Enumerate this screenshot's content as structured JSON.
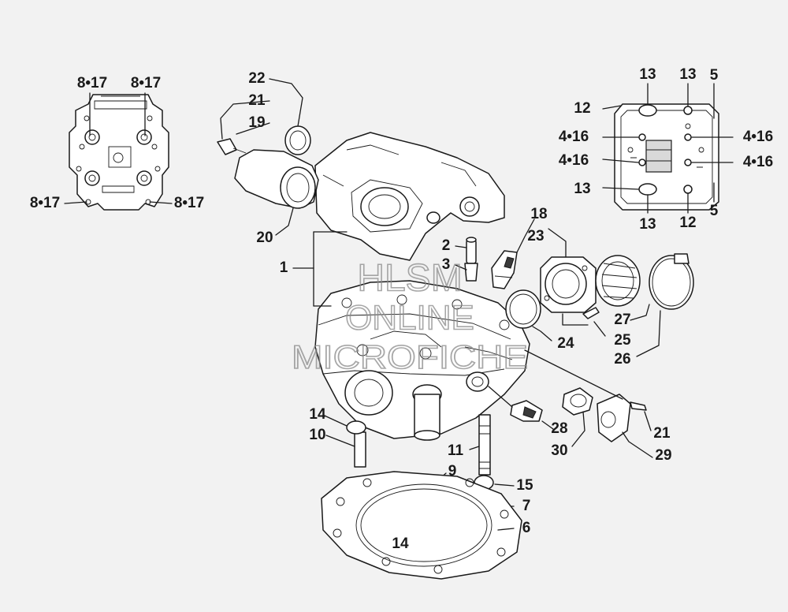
{
  "labels": [
    {
      "id": "l1",
      "text": "1"
    },
    {
      "id": "l2",
      "text": "2"
    },
    {
      "id": "l3",
      "text": "3"
    },
    {
      "id": "l5a",
      "text": "5"
    },
    {
      "id": "l5b",
      "text": "5"
    },
    {
      "id": "l6",
      "text": "6"
    },
    {
      "id": "l7",
      "text": "7"
    },
    {
      "id": "l9",
      "text": "9"
    },
    {
      "id": "l10",
      "text": "10"
    },
    {
      "id": "l11",
      "text": "11"
    },
    {
      "id": "l12a",
      "text": "12"
    },
    {
      "id": "l12b",
      "text": "12"
    },
    {
      "id": "l13a",
      "text": "13"
    },
    {
      "id": "l13b",
      "text": "13"
    },
    {
      "id": "l13c",
      "text": "13"
    },
    {
      "id": "l13d",
      "text": "13"
    },
    {
      "id": "l14a",
      "text": "14"
    },
    {
      "id": "l14b",
      "text": "14"
    },
    {
      "id": "l15",
      "text": "15"
    },
    {
      "id": "l18",
      "text": "18"
    },
    {
      "id": "l19",
      "text": "19"
    },
    {
      "id": "l20",
      "text": "20"
    },
    {
      "id": "l21a",
      "text": "21"
    },
    {
      "id": "l21b",
      "text": "21"
    },
    {
      "id": "l22",
      "text": "22"
    },
    {
      "id": "l23",
      "text": "23"
    },
    {
      "id": "l24",
      "text": "24"
    },
    {
      "id": "l25",
      "text": "25"
    },
    {
      "id": "l26",
      "text": "26"
    },
    {
      "id": "l27",
      "text": "27"
    },
    {
      "id": "l28",
      "text": "28"
    },
    {
      "id": "l29",
      "text": "29"
    },
    {
      "id": "l30",
      "text": "30"
    },
    {
      "id": "l416a",
      "text": "4•16"
    },
    {
      "id": "l416b",
      "text": "4•16"
    },
    {
      "id": "l416c",
      "text": "4•16"
    },
    {
      "id": "l416d",
      "text": "4•16"
    },
    {
      "id": "l817a",
      "text": "8•17"
    },
    {
      "id": "l817b",
      "text": "8•17"
    },
    {
      "id": "l817c",
      "text": "8•17"
    },
    {
      "id": "l817d",
      "text": "8•17"
    }
  ],
  "watermark": {
    "line1": "HLSM",
    "line2": "ONLINE",
    "line3": "MICROFICHE"
  }
}
